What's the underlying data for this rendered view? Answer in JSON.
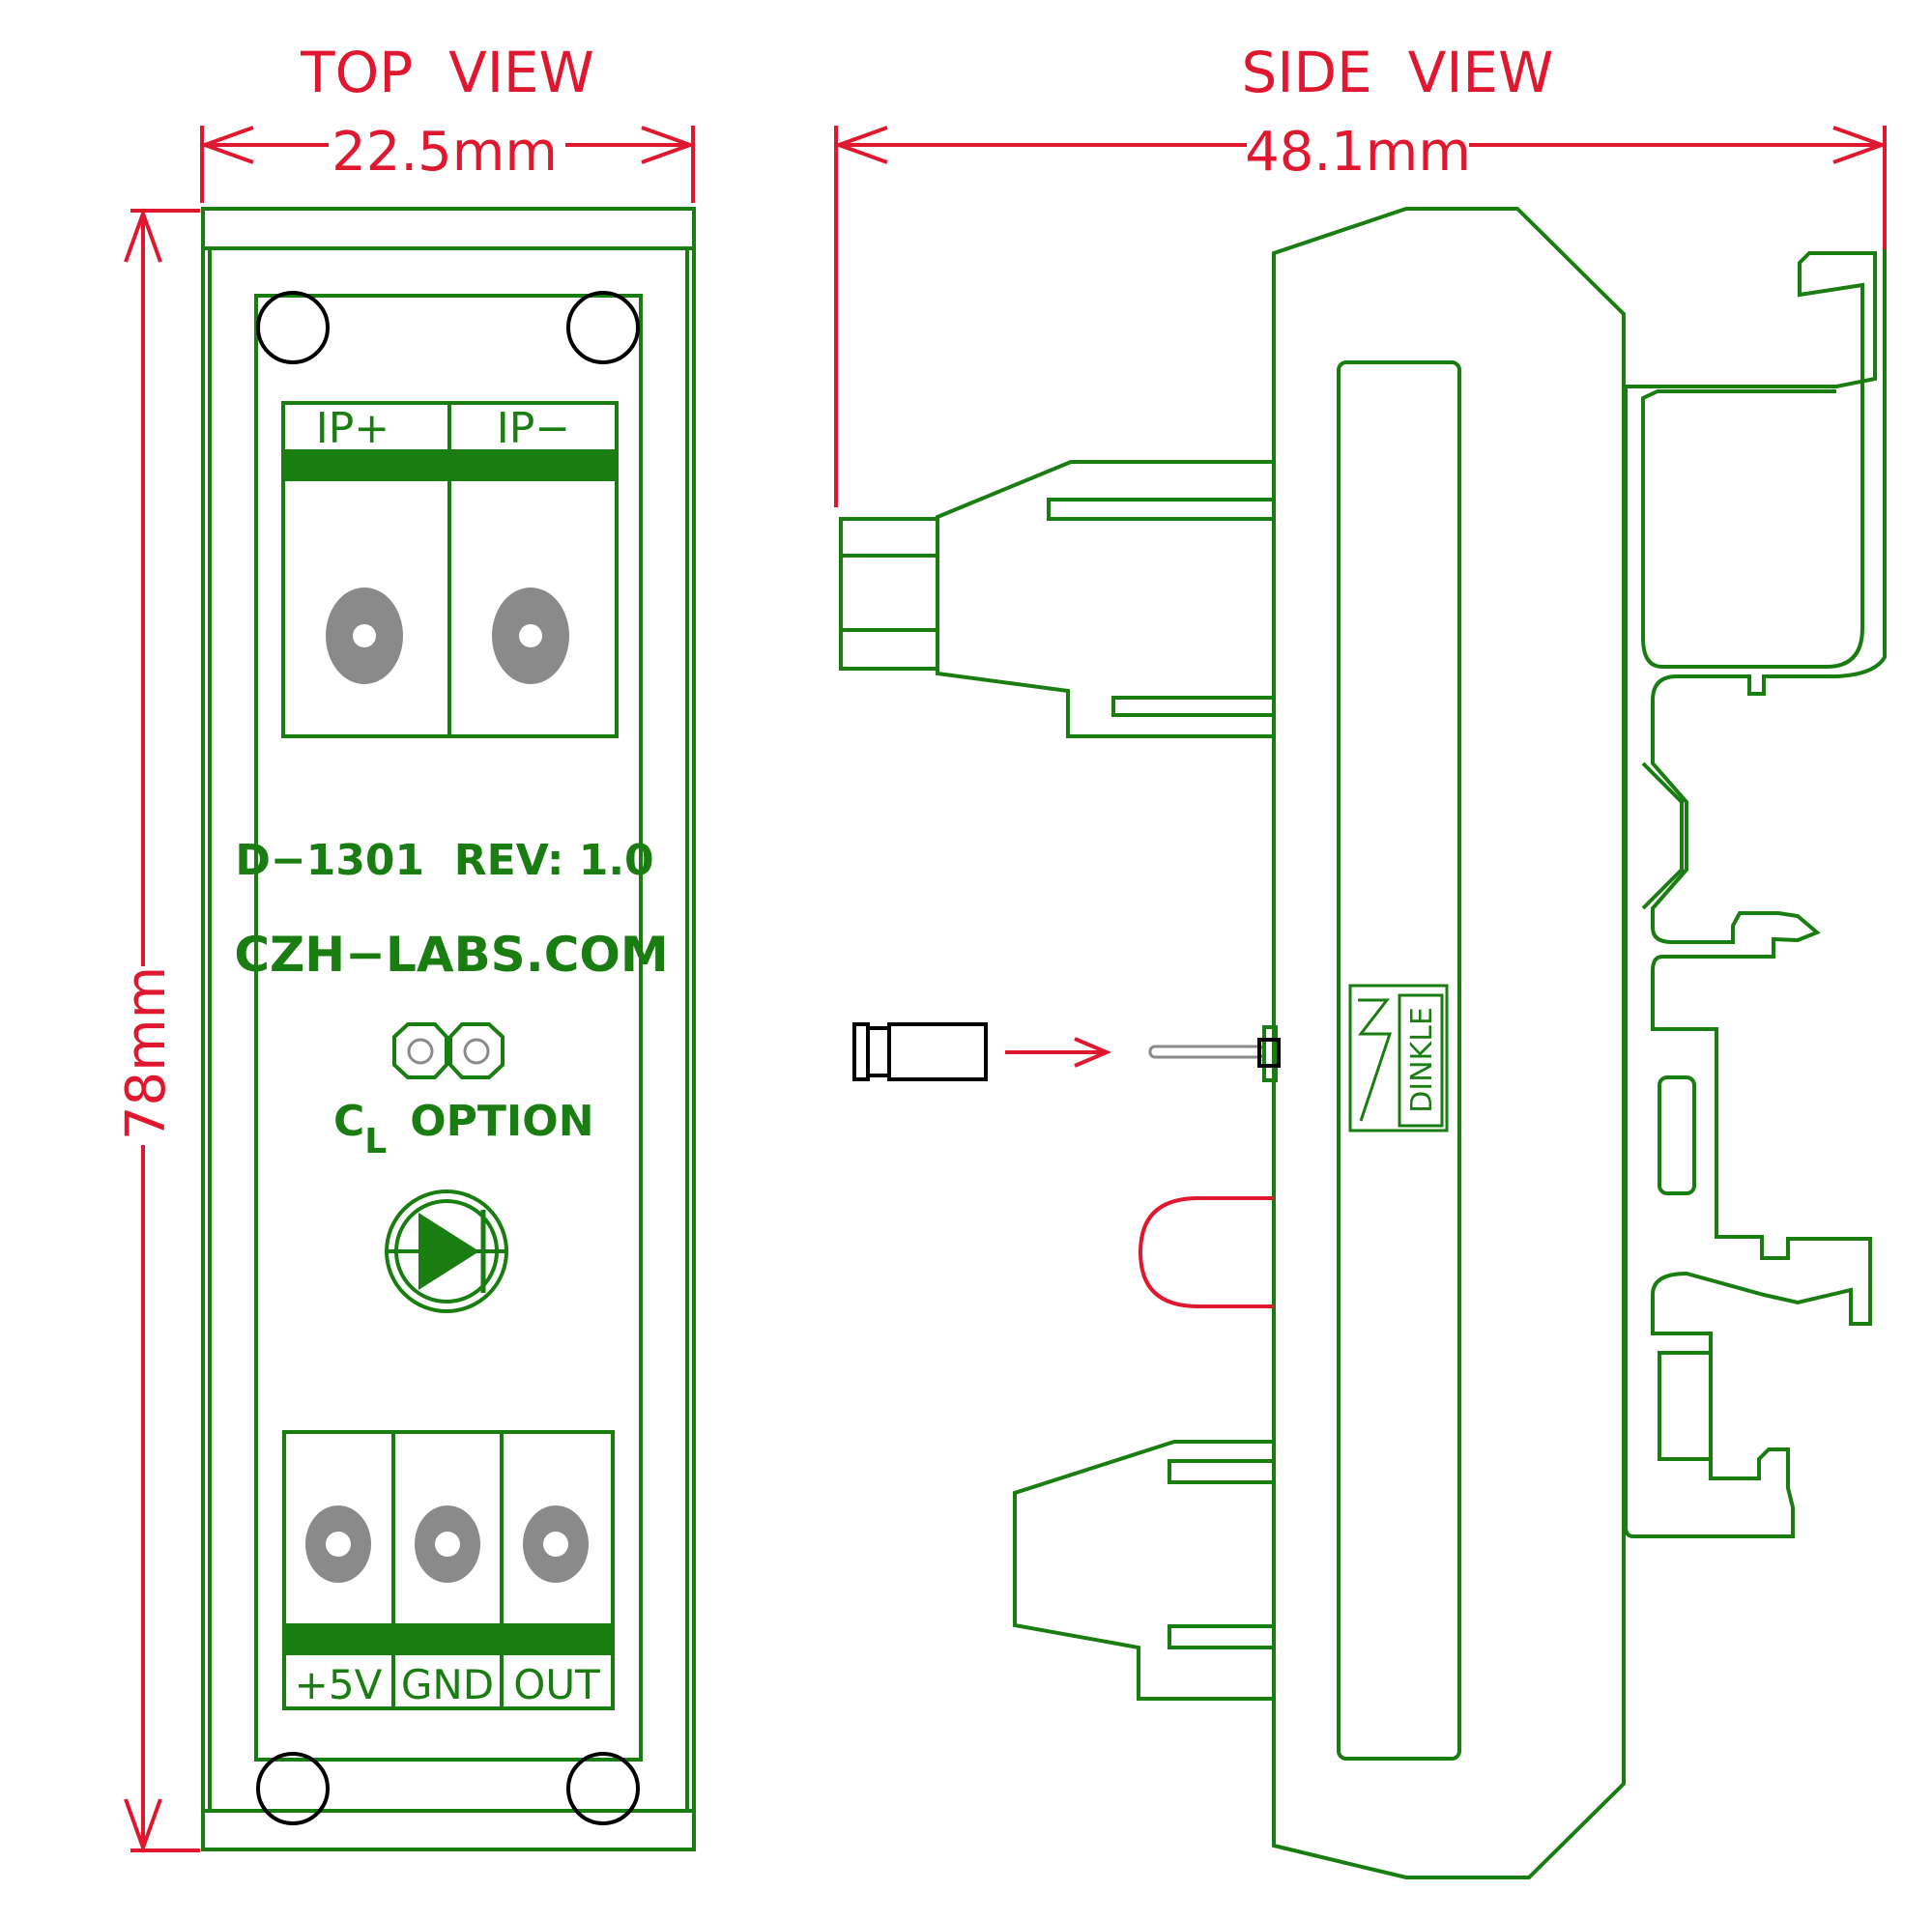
{
  "top_view": {
    "title": "TOP  VIEW",
    "width_label": "22.5mm",
    "height_label": "78mm",
    "terminal_top": [
      "IP+",
      "IP−"
    ],
    "model_label": "D−1301  REV: 1.0",
    "website_label": "CZH−LABS.COM",
    "cl_c": "C",
    "cl_sub": "L",
    "cl_option": "OPTION",
    "terminal_bottom": [
      "+5V",
      "GND",
      "OUT"
    ]
  },
  "side_view": {
    "title": "SIDE  VIEW",
    "width_label": "48.1mm",
    "brand_label": "DINKLE"
  },
  "colors": {
    "dimension": "#e0182f",
    "board": "#1a7d12",
    "screw_hole": "#8a8a8a"
  },
  "icons": [
    "diode-icon",
    "mounting-hole-icon",
    "arrow-right-icon",
    "capacitor-icon"
  ]
}
